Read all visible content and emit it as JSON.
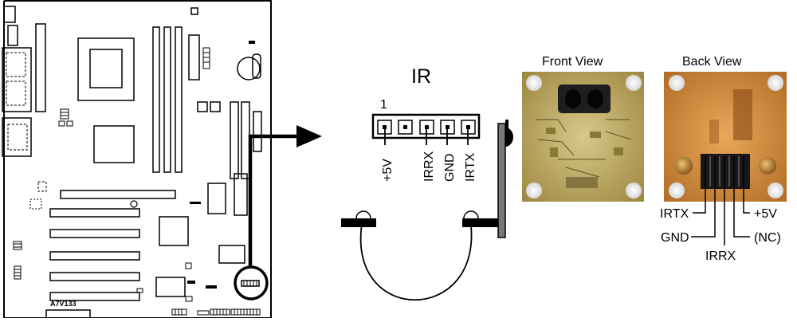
{
  "header": {
    "title": "IR",
    "pin_one": "1",
    "pins": [
      "+5V",
      "",
      "IRRX",
      "GND",
      "IRTX"
    ]
  },
  "board": {
    "model": "A7V133"
  },
  "front_view": {
    "title": "Front View"
  },
  "back_view": {
    "title": "Back View",
    "labels": {
      "irtx": "IRTX",
      "gnd": "GND",
      "irrx": "IRRX",
      "plus5v": "+5V",
      "nc": "(NC)"
    }
  },
  "colors": {
    "pcb_front": "#c9b36a",
    "pcb_back": "#d99240",
    "line": "#000000"
  }
}
